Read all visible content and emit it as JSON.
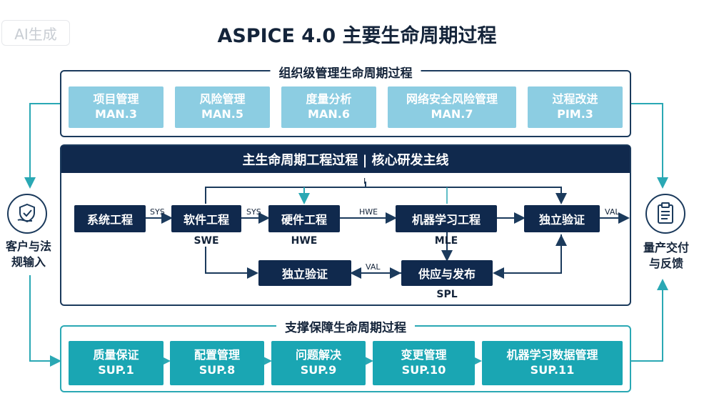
{
  "watermark": "AI生成",
  "title": "ASPICE 4.0 主要生命周期过程",
  "org": {
    "label": "组织级管理生命周期过程",
    "items": [
      {
        "name": "项目管理",
        "code": "MAN.3"
      },
      {
        "name": "风险管理",
        "code": "MAN.5"
      },
      {
        "name": "度量分析",
        "code": "MAN.6"
      },
      {
        "name": "网络安全风险管理",
        "code": "MAN.7"
      },
      {
        "name": "过程改进",
        "code": "PIM.3"
      }
    ]
  },
  "main": {
    "header": "主生命周期工程过程 | 核心研发主线",
    "sys": "系统工程",
    "swe": "软件工程",
    "swe_code": "SWE",
    "hwe": "硬件工程",
    "hwe_code": "HWE",
    "mle": "机器学习工程",
    "mle_code": "MLE",
    "val_top": "独立验证",
    "val_bottom": "独立验证",
    "spl": "供应与发布",
    "spl_code": "SPL",
    "lbl_sys1": "SYS",
    "lbl_sys2": "SYS",
    "lbl_hwe": "HWE",
    "lbl_val1": "VAL",
    "lbl_val2": "VAL",
    "lbl_i": "I"
  },
  "support": {
    "label": "支撑保障生命周期过程",
    "items": [
      {
        "name": "质量保证",
        "code": "SUP.1"
      },
      {
        "name": "配置管理",
        "code": "SUP.8"
      },
      {
        "name": "问题解决",
        "code": "SUP.9"
      },
      {
        "name": "变更管理",
        "code": "SUP.10"
      },
      {
        "name": "机器学习数据管理",
        "code": "SUP.11"
      }
    ]
  },
  "left": {
    "text_line1": "客户与法",
    "text_line2": "规输入",
    "icon": "hand-shield-icon"
  },
  "right": {
    "text_line1": "量产交付",
    "text_line2": "与反馈",
    "icon": "clipboard-icon"
  },
  "colors": {
    "navy": "#10294d",
    "teal": "#1aa6b3",
    "light_blue": "#8ccde2",
    "frame_teal": "#2aa8b4"
  }
}
